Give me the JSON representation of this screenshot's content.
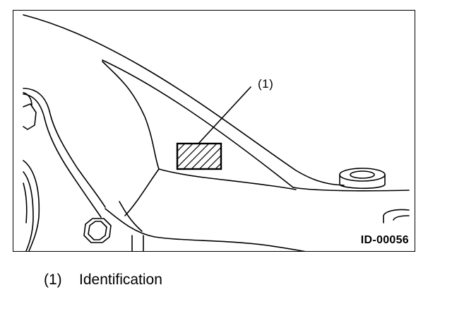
{
  "diagram": {
    "callout_label": "(1)",
    "figure_id": "ID-00056"
  },
  "legend": {
    "items": [
      {
        "key": "(1)",
        "label": "Identification"
      }
    ]
  }
}
